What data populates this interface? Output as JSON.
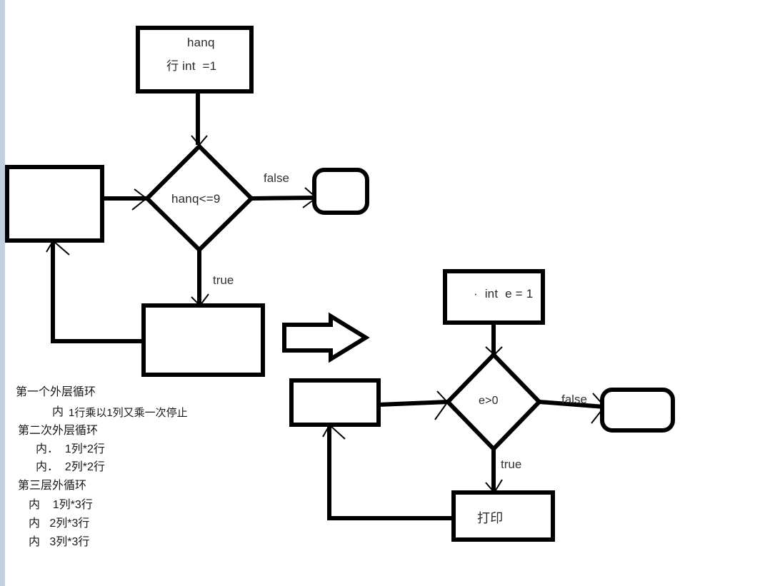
{
  "page": {
    "title": "Nested loop flowchart sketch",
    "background": "#ffffff",
    "edge_strip_color": "#c3cfe1",
    "stroke_color": "#000000",
    "text_color": "#29292e"
  },
  "left_flowchart": {
    "name": "row-counter-loop",
    "start_box": {
      "line1": "hanq",
      "line2": "行 int  =1"
    },
    "decision": {
      "condition": "hanq<=9"
    },
    "edge_false_label": "false",
    "edge_true_label": "true",
    "terminator": {
      "label": ""
    },
    "loop_back_box": {
      "label": ""
    },
    "body_box": {
      "label": ""
    }
  },
  "transition_arrow": {
    "name": "right-arrow",
    "direction": "right"
  },
  "right_flowchart": {
    "name": "column-counter-loop",
    "start_box": {
      "line1": "·  int  e = 1"
    },
    "decision": {
      "condition": "e>0"
    },
    "edge_false_label": "false",
    "edge_true_label": "true",
    "terminator": {
      "label": ""
    },
    "loop_back_box": {
      "label": ""
    },
    "body_box": {
      "label": "打印"
    }
  },
  "notes": {
    "lines": [
      {
        "text": "第一个外层循环",
        "indent": 0,
        "size": 16
      },
      {
        "text": "内",
        "indent": 1,
        "size": 16
      },
      {
        "text": "1行乘以1列又乘一次停止",
        "indent": 0,
        "size": 15
      },
      {
        "text": "第二次外层循环",
        "indent": 0,
        "size": 16
      },
      {
        "text": "内．  1列*2行",
        "indent": 0,
        "size": 16
      },
      {
        "text": "内．  2列*2行",
        "indent": 0,
        "size": 16
      },
      {
        "text": "第三层外循环",
        "indent": 0,
        "size": 16
      },
      {
        "text": "内    1列*3行",
        "indent": 0,
        "size": 16
      },
      {
        "text": "内   2列*3行",
        "indent": 0,
        "size": 16
      },
      {
        "text": "内   3列*3行",
        "indent": 0,
        "size": 16
      }
    ]
  }
}
